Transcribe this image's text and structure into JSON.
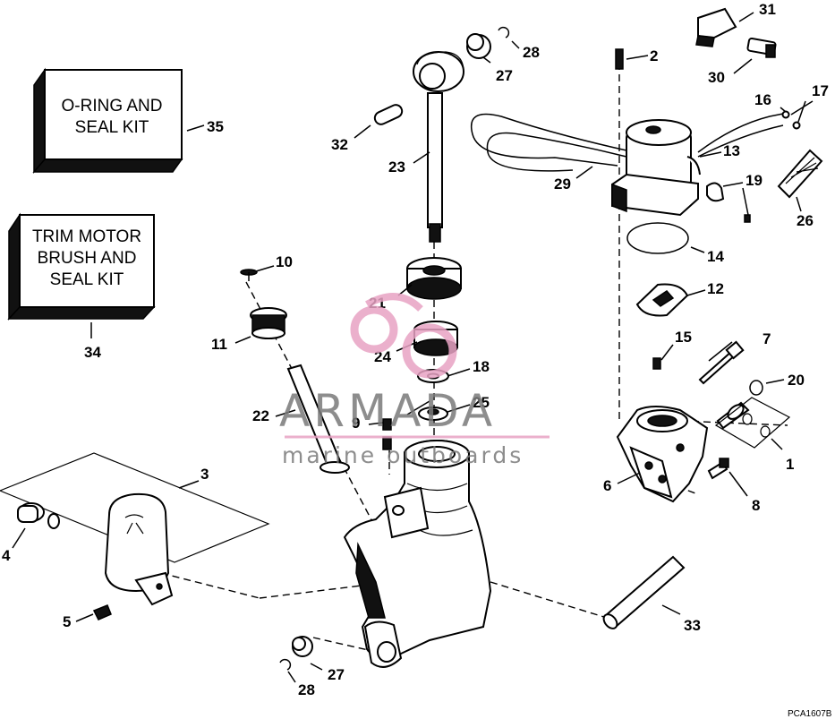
{
  "kits": {
    "seal_kit": {
      "line1": "O-RING AND",
      "line2": "SEAL KIT",
      "number": "35"
    },
    "motor_kit": {
      "line1": "TRIM MOTOR",
      "line2": "BRUSH AND",
      "line3": "SEAL KIT",
      "number": "34"
    }
  },
  "callouts": {
    "c1": "1",
    "c2": "2",
    "c3": "3",
    "c4": "4",
    "c5": "5",
    "c6": "6",
    "c7": "7",
    "c8": "8",
    "c9": "9",
    "c10": "10",
    "c11": "11",
    "c12": "12",
    "c13": "13",
    "c14": "14",
    "c15": "15",
    "c16": "16",
    "c17": "17",
    "c18": "18",
    "c19": "19",
    "c20": "20",
    "c21": "21",
    "c22": "22",
    "c23": "23",
    "c24": "24",
    "c25": "25",
    "c26": "26",
    "c27a": "27",
    "c27b": "27",
    "c28a": "28",
    "c28b": "28",
    "c29": "29",
    "c30": "30",
    "c31": "31",
    "c32": "32",
    "c33": "33"
  },
  "watermark": {
    "brand": "ARMADA",
    "tagline": "marine outboards",
    "accent_color": "#e8a3c4"
  },
  "drawing_code": "PCA1607B"
}
